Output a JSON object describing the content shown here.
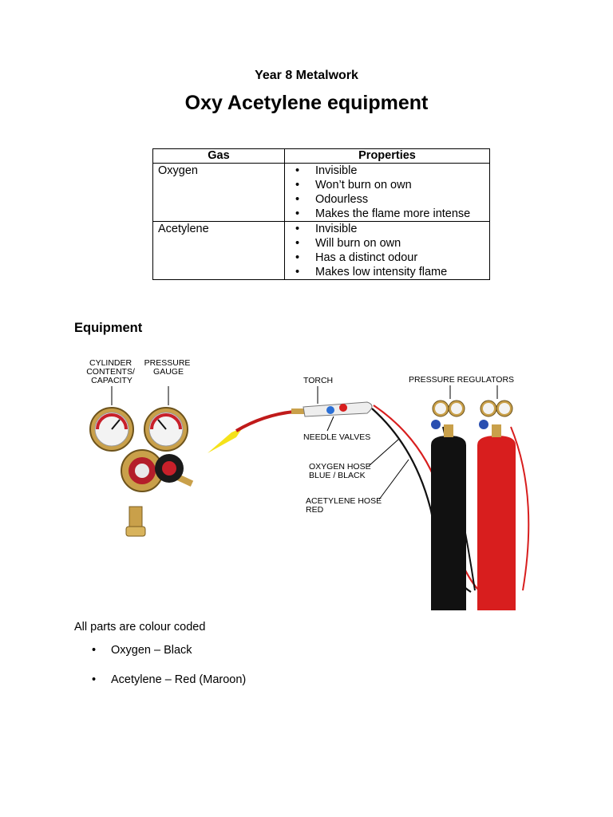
{
  "header": {
    "subtitle": "Year 8 Metalwork",
    "title": "Oxy Acetylene equipment"
  },
  "table": {
    "headers": [
      "Gas",
      "Properties"
    ],
    "rows": [
      {
        "gas": "Oxygen",
        "properties": [
          "Invisible",
          "Won’t burn on own",
          "Odourless",
          "Makes the flame more intense"
        ]
      },
      {
        "gas": "Acetylene",
        "properties": [
          "Invisible",
          "Will burn on own",
          "Has a distinct odour",
          "Makes low intensity flame"
        ]
      }
    ]
  },
  "equipment": {
    "heading": "Equipment",
    "labels": {
      "cylinder_contents": [
        "CYLINDER",
        "CONTENTS/",
        "CAPACITY"
      ],
      "pressure_gauge": [
        "PRESSURE",
        "GAUGE"
      ],
      "torch": "TORCH",
      "pressure_regulators": "PRESSURE REGULATORS",
      "needle_valves": "NEEDLE VALVES",
      "oxygen_hose": [
        "OXYGEN HOSE",
        "BLUE / BLACK"
      ],
      "acetylene_hose": [
        "ACETYLENE HOSE",
        "RED"
      ]
    },
    "colors": {
      "oxygen": "#111111",
      "acetylene": "#d81e1e",
      "brass": "#c9a04a",
      "flame": "#f5e21a"
    }
  },
  "footer": {
    "note": "All parts are colour coded",
    "items": [
      "Oxygen – Black",
      "Acetylene – Red (Maroon)"
    ]
  }
}
